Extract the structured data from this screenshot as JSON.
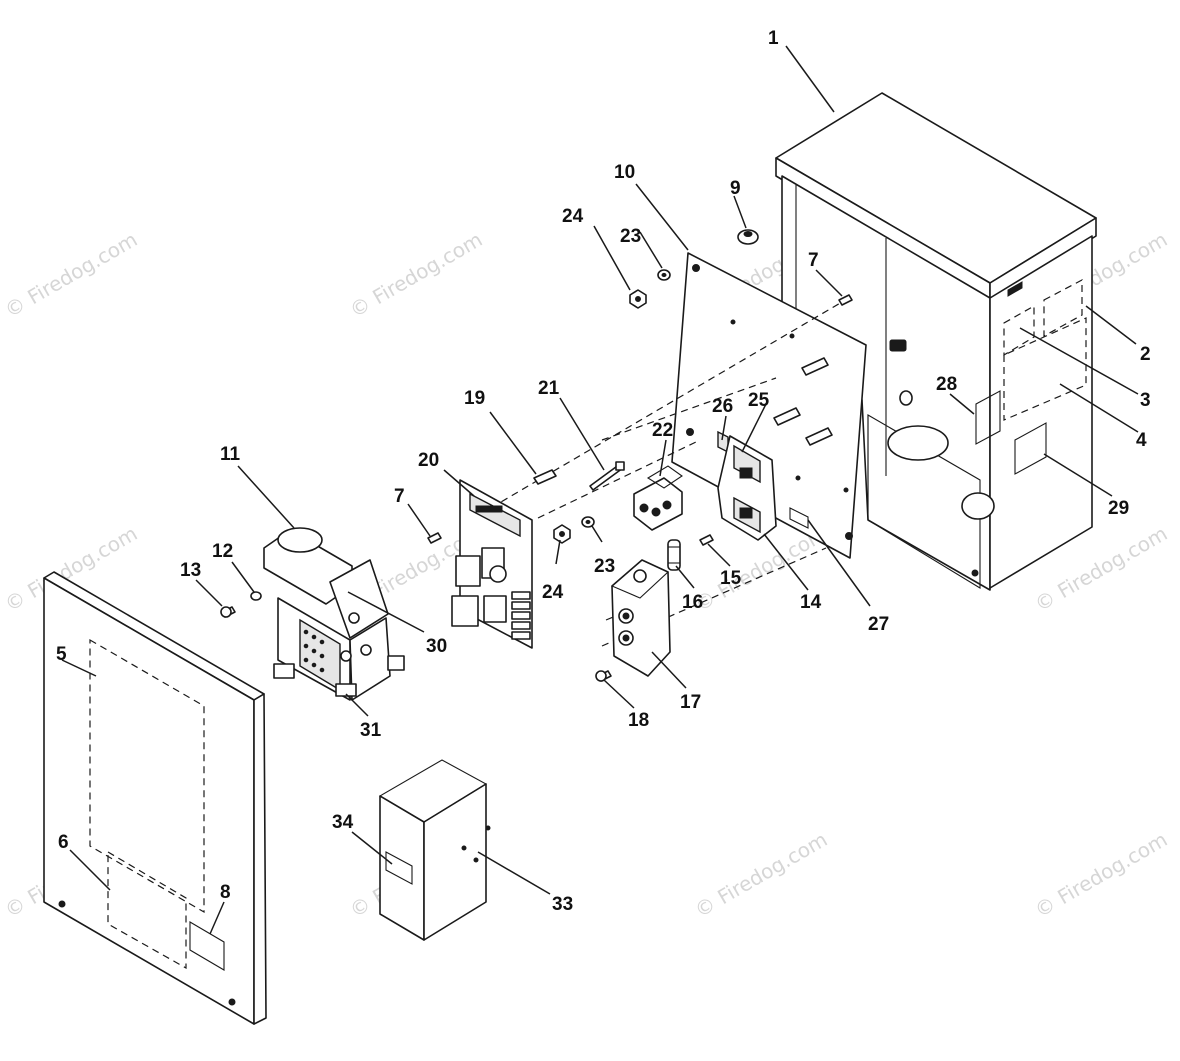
{
  "callouts": [
    "1",
    "2",
    "3",
    "4",
    "5",
    "6",
    "7",
    "7",
    "8",
    "9",
    "10",
    "11",
    "12",
    "13",
    "14",
    "15",
    "16",
    "17",
    "18",
    "19",
    "20",
    "21",
    "22",
    "23",
    "23",
    "24",
    "24",
    "25",
    "26",
    "27",
    "28",
    "29",
    "30",
    "31",
    "33",
    "34"
  ],
  "watermark": "© Firedog.com"
}
